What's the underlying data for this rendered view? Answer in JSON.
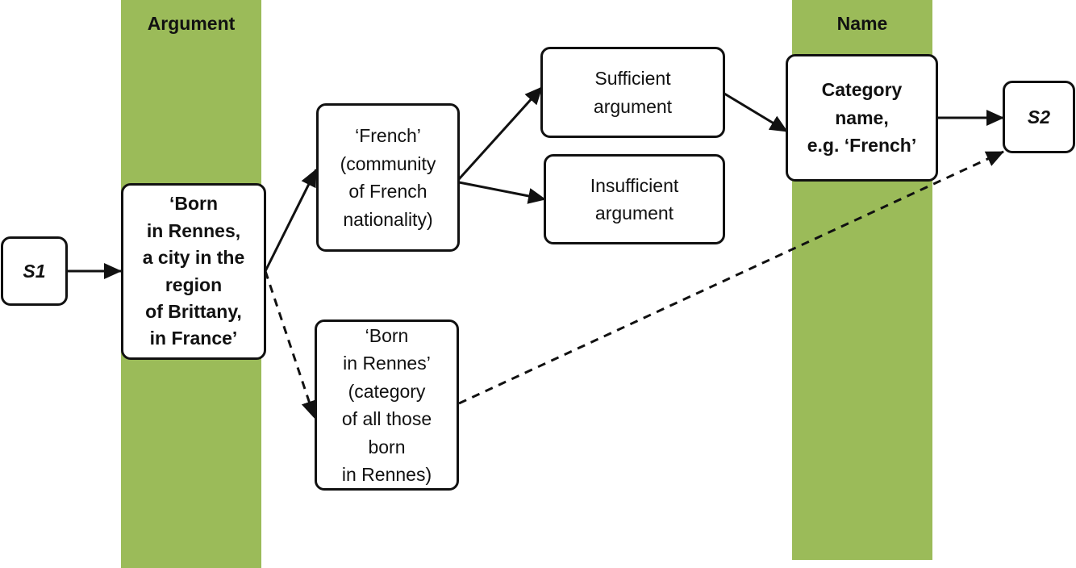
{
  "bands": {
    "argument": {
      "title": "Argument",
      "color": "#9bbb59"
    },
    "name": {
      "title": "Name",
      "color": "#9bbb59"
    }
  },
  "nodes": {
    "s1": {
      "label": "S1"
    },
    "born_rennes_statement": {
      "label": "‘Born\nin Rennes,\na city in the\nregion\nof Brittany,\nin France’"
    },
    "french": {
      "label": "‘French’\n(community\nof French\nnationality)"
    },
    "sufficient": {
      "label": "Sufficient\nargument"
    },
    "insufficient": {
      "label": "Insufficient\nargument"
    },
    "born_rennes_category": {
      "label": "‘Born\nin Rennes’\n(category\nof all those\nborn\nin Rennes)"
    },
    "category_name": {
      "label": "Category\nname,\ne.g. ‘French’"
    },
    "s2": {
      "label": "S2"
    }
  },
  "edges": [
    {
      "from": "s1",
      "to": "born_rennes_statement",
      "style": "solid"
    },
    {
      "from": "born_rennes_statement",
      "to": "french",
      "style": "solid"
    },
    {
      "from": "born_rennes_statement",
      "to": "born_rennes_category",
      "style": "dashed"
    },
    {
      "from": "french",
      "to": "sufficient",
      "style": "solid"
    },
    {
      "from": "french",
      "to": "insufficient",
      "style": "solid"
    },
    {
      "from": "sufficient",
      "to": "category_name",
      "style": "solid"
    },
    {
      "from": "category_name",
      "to": "s2",
      "style": "solid"
    },
    {
      "from": "born_rennes_category",
      "to": "s2",
      "style": "dashed"
    }
  ]
}
